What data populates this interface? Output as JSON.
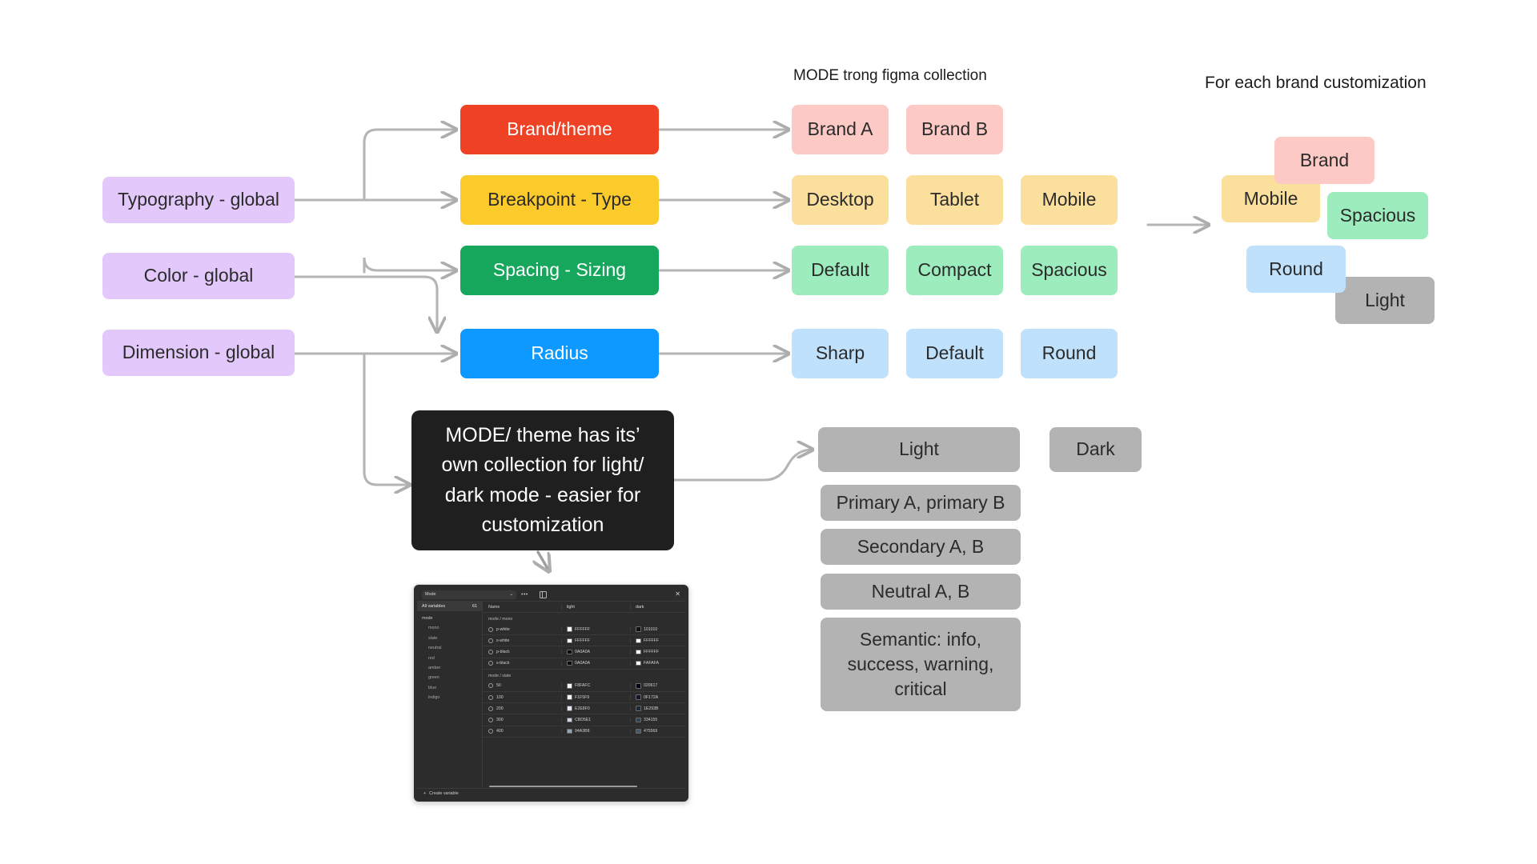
{
  "diagram": {
    "headers": {
      "mode_collection": "MODE trong figma collection",
      "brand_customization": "For each brand customization"
    },
    "global_tokens": [
      {
        "label": "Typography - global"
      },
      {
        "label": "Color - global"
      },
      {
        "label": "Dimension - global"
      }
    ],
    "collections": [
      {
        "label": "Brand/theme",
        "color": "#EF4123"
      },
      {
        "label": "Breakpoint - Type",
        "color": "#FBCB2B"
      },
      {
        "label": "Spacing - Sizing",
        "color": "#16A75C"
      },
      {
        "label": "Radius",
        "color": "#0D99FF"
      }
    ],
    "modes": {
      "brand": [
        "Brand A",
        "Brand B"
      ],
      "breakpoint": [
        "Desktop",
        "Tablet",
        "Mobile"
      ],
      "spacing": [
        "Default",
        "Compact",
        "Spacious"
      ],
      "radius": [
        "Sharp",
        "Default",
        "Round"
      ]
    },
    "note_box": "MODE/ theme has its’\nown collection for light/\ndark mode - easier for\ncustomization",
    "theme_modes": [
      "Light",
      "Dark"
    ],
    "theme_groups": [
      "Primary A, primary B",
      "Secondary A, B",
      "Neutral A, B",
      "Semantic: info,\nsuccess, warning,\ncritical"
    ],
    "brand_stack": [
      {
        "label": "Brand",
        "color": "#FCC9C5"
      },
      {
        "label": "Mobile",
        "color": "#FBDF9C"
      },
      {
        "label": "Spacious",
        "color": "#9CECBD"
      },
      {
        "label": "Round",
        "color": "#BFE1FB"
      },
      {
        "label": "Light",
        "color": "#B3B3B3"
      }
    ]
  },
  "figma": {
    "collection_select": "Mode",
    "all_variables_label": "All variables",
    "all_variables_count": "61",
    "sidebar": [
      "mode",
      "mono",
      "slate",
      "neutral",
      "red",
      "amber",
      "green",
      "blue",
      "indigo"
    ],
    "columns": {
      "name": "Name",
      "light": "light",
      "dark": "dark"
    },
    "groups": [
      {
        "title": "mode / mono",
        "rows": [
          {
            "name": "p-white",
            "light": "FFFFFF",
            "light_hex": "#FFFFFF",
            "dark": "101010",
            "dark_hex": "#101010"
          },
          {
            "name": "s-white",
            "light": "FFFFFF",
            "light_hex": "#FFFFFF",
            "dark": "FFFFFF",
            "dark_hex": "#FFFFFF"
          },
          {
            "name": "p-black",
            "light": "0A0A0A",
            "light_hex": "#0A0A0A",
            "dark": "FFFFFF",
            "dark_hex": "#FFFFFF"
          },
          {
            "name": "s-black",
            "light": "0A0A0A",
            "light_hex": "#0A0A0A",
            "dark": "FAFAFA",
            "dark_hex": "#FAFAFA"
          }
        ]
      },
      {
        "title": "mode / slate",
        "rows": [
          {
            "name": "50",
            "light": "F8FAFC",
            "light_hex": "#F8FAFC",
            "dark": "020617",
            "dark_hex": "#020617"
          },
          {
            "name": "100",
            "light": "F1F5F9",
            "light_hex": "#F1F5F9",
            "dark": "0F172A",
            "dark_hex": "#0F172A"
          },
          {
            "name": "200",
            "light": "E2E8F0",
            "light_hex": "#E2E8F0",
            "dark": "1E293B",
            "dark_hex": "#1E293B"
          },
          {
            "name": "300",
            "light": "CBD5E1",
            "light_hex": "#CBD5E1",
            "dark": "334155",
            "dark_hex": "#334155"
          },
          {
            "name": "400",
            "light": "94A3B8",
            "light_hex": "#94A3B8",
            "dark": "475569",
            "dark_hex": "#475569"
          }
        ]
      }
    ],
    "create_variable": "Create variable"
  }
}
